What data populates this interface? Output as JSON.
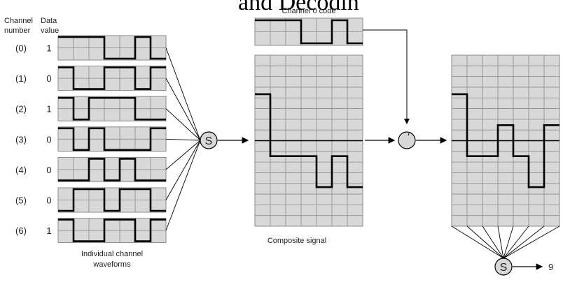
{
  "title_fragment": "and Decodin",
  "header": {
    "channel_number": [
      "Channel",
      "number"
    ],
    "data_value": [
      "Data",
      "value"
    ]
  },
  "channels": [
    {
      "label": "(0)",
      "value": "1",
      "code": [
        1,
        1,
        1,
        0,
        0,
        1,
        0
      ]
    },
    {
      "label": "(1)",
      "value": "0",
      "code": [
        1,
        0,
        0,
        1,
        1,
        0,
        1
      ]
    },
    {
      "label": "(2)",
      "value": "1",
      "code": [
        1,
        0,
        1,
        1,
        1,
        0,
        0
      ]
    },
    {
      "label": "(3)",
      "value": "0",
      "code": [
        1,
        0,
        1,
        0,
        0,
        0,
        1
      ]
    },
    {
      "label": "(4)",
      "value": "0",
      "code": [
        0,
        0,
        1,
        0,
        1,
        0,
        0
      ]
    },
    {
      "label": "(5)",
      "value": "0",
      "code": [
        0,
        1,
        1,
        0,
        1,
        1,
        0
      ]
    },
    {
      "label": "(6)",
      "value": "1",
      "code": [
        1,
        0,
        0,
        1,
        1,
        0,
        1
      ]
    }
  ],
  "individual_caption": [
    "Individual channel",
    "waveforms"
  ],
  "sum_symbol": "S",
  "channel0_code_label": "Channel 0 code",
  "composite": {
    "caption": "Composite signal",
    "levels": [
      3,
      -1,
      -1,
      -1,
      -3,
      -1,
      -3
    ]
  },
  "decoded": {
    "levels": [
      3,
      -1,
      -1,
      1,
      -1,
      -3,
      1
    ]
  },
  "output_value": "9",
  "colors": {
    "grid_fill": "#d8d8d8",
    "grid_line": "#8a8a8a",
    "signal": "#000000",
    "text": "#222222"
  }
}
